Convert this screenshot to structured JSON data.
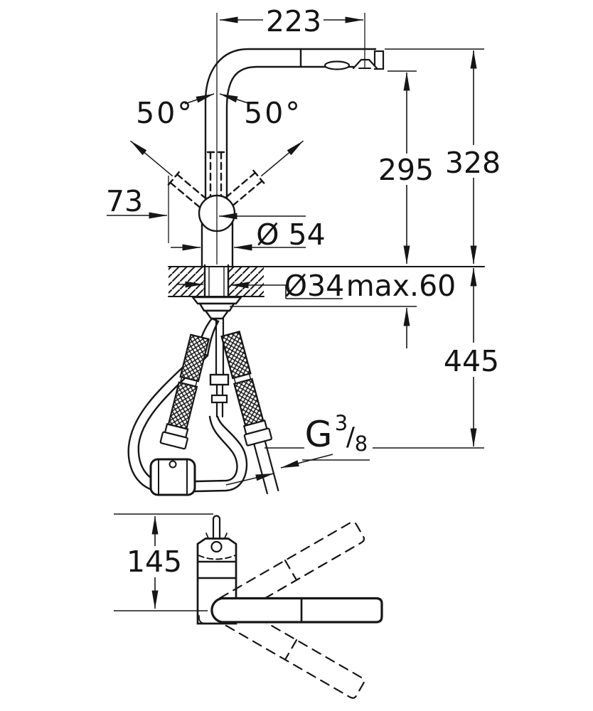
{
  "drawing": {
    "kind": "faucet-installation-dimension-drawing",
    "views": {
      "side_view": "kitchen-mixer-side-elevation-with-mounting",
      "top_view": "kitchen-mixer-plan-view-swivel-range"
    }
  },
  "dims": {
    "reach": "223",
    "angle_left": "50°",
    "angle_right": "50°",
    "handle_offset": "73",
    "height_spout": "295",
    "height_total": "328",
    "spout_dia": "Ø 54",
    "hole_dia": "Ø34",
    "deck_max": "max.60",
    "under_clearance": "445",
    "top_view_height": "145",
    "thread_prefix": "G",
    "thread_num": "3",
    "thread_slash": "/",
    "thread_den": "8"
  },
  "colors": {
    "line": "#161616",
    "background": "#ffffff"
  }
}
